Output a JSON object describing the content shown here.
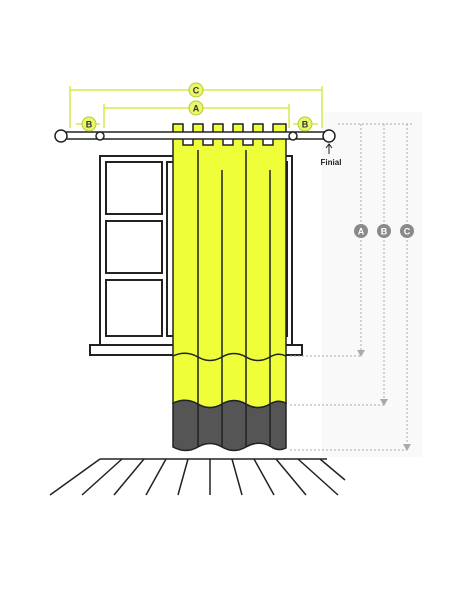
{
  "labels": {
    "a": "A",
    "b": "B",
    "c": "C",
    "finial": "Finial"
  },
  "colors": {
    "curtain": "#EEFF3A",
    "curtain_stroke": "#222222",
    "curtain_extension": "#555555",
    "badge_yellow": "#E8F86A",
    "badge_grey": "#8A8A8A",
    "dimension_line_yellow": "#D8E84A",
    "outline": "#222222",
    "guide_line": "#AAAAAA"
  },
  "icons": {
    "finial": "ball-finial-icon"
  }
}
